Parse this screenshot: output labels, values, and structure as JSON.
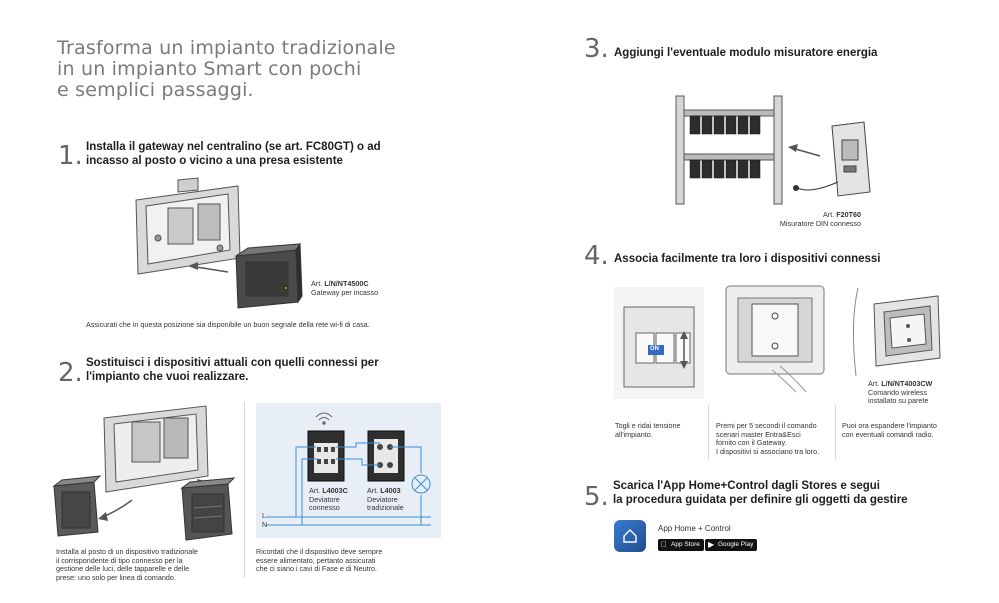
{
  "headline": [
    "Trasforma un impianto tradizionale",
    "in un impianto Smart con pochi",
    "e semplici passaggi."
  ],
  "steps": [
    {
      "number": "1.",
      "lines": [
        "Installa il gateway nel centralino (se art. FC80GT) o ad",
        "incasso al posto o vicino a una presa esistente"
      ],
      "product_art_prefix": "Art. ",
      "product_code": "L/N/NT4500C",
      "product_desc": "Gateway per incasso",
      "note": "Assicurati che in questa posizione sia disponibile un buon segnale della rete wi-fi di casa."
    },
    {
      "number": "2.",
      "lines": [
        "Sostituisci i dispositivi attuali con quelli connessi per",
        "l'impianto che vuoi realizzare."
      ],
      "left_caption": [
        "Installa al posto di un dispositivo tradizionale",
        "il corrispondente di tipo connesso per la",
        "gestione delle luci, delle tapparelle e delle",
        "prese: uno solo per linea di comando."
      ],
      "right_caption": [
        "Ricordati che il dispositivo deve sempre",
        "essere alimentato, pertanto assicurati",
        "che ci siano i cavi di Fase e di Neutro."
      ],
      "device_a_prefix": "Art. ",
      "device_a_code": "L4003C",
      "device_a_desc": [
        "Deviatore",
        "connesso"
      ],
      "device_b_prefix": "Art. ",
      "device_b_code": "L4003",
      "device_b_desc": [
        "Deviatore",
        "tradizionale"
      ],
      "wire_l": "L",
      "wire_n": "N"
    },
    {
      "number": "3.",
      "lines": [
        "Aggiungi l'eventuale modulo misuratore energia"
      ],
      "product_art_prefix": "Art. ",
      "product_code": "F20T60",
      "product_desc": "Misuratore DIN connesso"
    },
    {
      "number": "4.",
      "lines": [
        "Associa facilmente tra loro i dispositivi connessi"
      ],
      "panel_captions": [
        [
          "Togli e ridai tensione",
          "all'impianto."
        ],
        [
          "Premi per 5 secondi il comando",
          "scenari master Entra&Esci",
          "fornito con il Gateway.",
          "I dispositivi si associano tra loro."
        ],
        [
          "Puoi ora espandere l'impianto",
          "con eventuali comandi radio."
        ]
      ],
      "product_art_prefix": "Art. ",
      "product_code": "L/N/NT4003CW",
      "product_desc": [
        "Comando wireless",
        "installato su parete"
      ],
      "switch_label": "ON"
    },
    {
      "number": "5.",
      "lines": [
        "Scarica l'App Home+Control dagli Stores e segui",
        "la procedura guidata per definire gli oggetti da gestire"
      ],
      "app_name": "App Home + Control",
      "store_apple": "App Store",
      "store_google": "Google Play"
    }
  ],
  "colors": {
    "headline": "#7a7a7a",
    "diagram_bg": "#e8eef5",
    "wire_blue": "#3a8fd6",
    "app_icon": "#2d6bc4"
  }
}
